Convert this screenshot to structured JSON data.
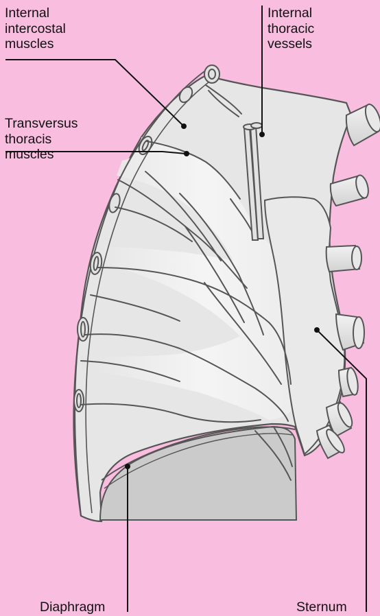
{
  "figure": {
    "labels": {
      "internal_intercostal": "Internal\nintercostal\nmuscles",
      "internal_thoracic_vessels": "Internal\nthoracic\nvessels",
      "transversus_thoracis": "Transversus\nthoracis\nmuscles",
      "diaphragm": "Diaphragm",
      "sternum": "Sternum"
    },
    "colors": {
      "background": "#f9bde0",
      "wall": "#e6e6e6",
      "diaphragm": "#cbcbcb",
      "outline": "#555555",
      "leader": "#111111"
    }
  }
}
